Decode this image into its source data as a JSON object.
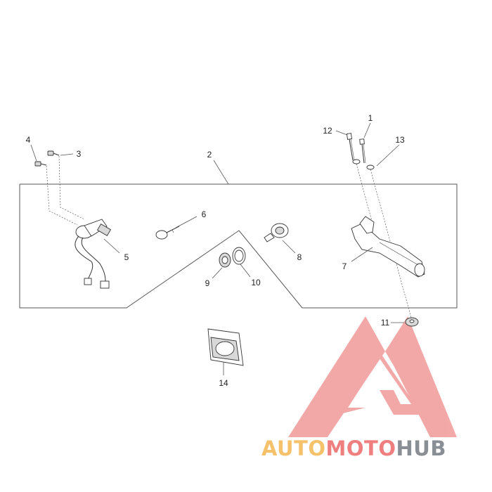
{
  "diagram": {
    "callouts": [
      {
        "id": "c1",
        "label": "1"
      },
      {
        "id": "c2",
        "label": "2"
      },
      {
        "id": "c3",
        "label": "3"
      },
      {
        "id": "c4",
        "label": "4"
      },
      {
        "id": "c5",
        "label": "5"
      },
      {
        "id": "c6",
        "label": "6"
      },
      {
        "id": "c7",
        "label": "7"
      },
      {
        "id": "c8",
        "label": "8"
      },
      {
        "id": "c9",
        "label": "9"
      },
      {
        "id": "c10",
        "label": "10"
      },
      {
        "id": "c11",
        "label": "11"
      },
      {
        "id": "c12",
        "label": "12"
      },
      {
        "id": "c13",
        "label": "13"
      },
      {
        "id": "c14",
        "label": "14"
      }
    ]
  },
  "watermark": {
    "text": "AUTOMOTOHUB",
    "part_auto": "AUTO",
    "part_moto": "MOTO",
    "part_hub": "HUB",
    "colors": {
      "triangle": "#f08a8a",
      "auto": "#f5c26b",
      "moto": "#ef7f7f",
      "hub": "#8a8f96"
    }
  }
}
